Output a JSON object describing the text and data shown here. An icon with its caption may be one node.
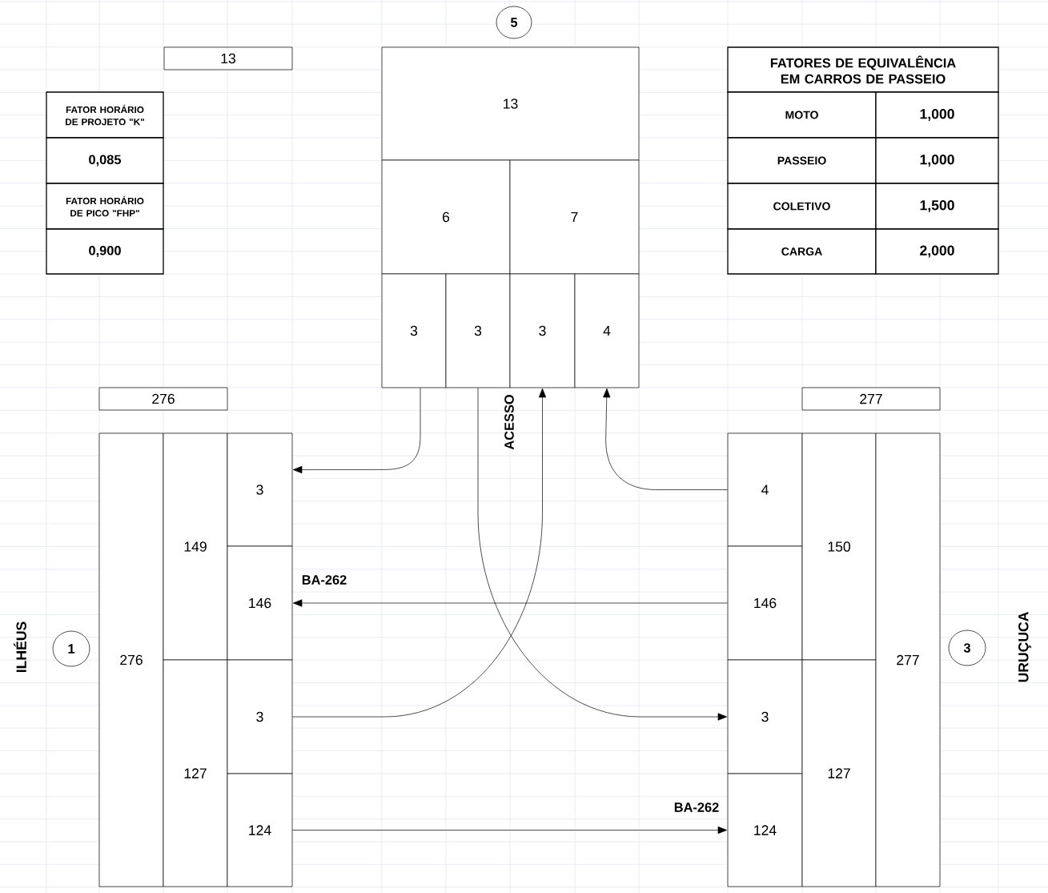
{
  "diagram": {
    "nodes": [
      {
        "text": [
          "5"
        ]
      },
      {
        "text": [
          "13"
        ]
      },
      {
        "text": [
          "13"
        ]
      },
      {
        "text": [
          "6"
        ]
      },
      {
        "text": [
          "7"
        ]
      },
      {
        "text": [
          "3"
        ]
      },
      {
        "text": [
          "3"
        ]
      },
      {
        "text": [
          "3"
        ]
      },
      {
        "text": [
          "4"
        ]
      },
      {
        "text": [
          "276"
        ]
      },
      {
        "text": [
          "276"
        ]
      },
      {
        "text": [
          "149"
        ]
      },
      {
        "text": [
          "127"
        ]
      },
      {
        "text": [
          "3"
        ]
      },
      {
        "text": [
          "146"
        ]
      },
      {
        "text": [
          "3"
        ]
      },
      {
        "text": [
          "124"
        ]
      },
      {
        "text": [
          "1"
        ]
      },
      {
        "text": [
          "277"
        ]
      },
      {
        "text": [
          "4"
        ]
      },
      {
        "text": [
          "146"
        ]
      },
      {
        "text": [
          "3"
        ]
      },
      {
        "text": [
          "124"
        ]
      },
      {
        "text": [
          "150"
        ]
      },
      {
        "text": [
          "127"
        ]
      },
      {
        "text": [
          "277"
        ]
      },
      {
        "text": [
          "3"
        ]
      }
    ],
    "edges": [
      {
        "from": 5,
        "to": 13,
        "arrow": "to"
      },
      {
        "from": 19,
        "to": 8,
        "arrow": "to"
      },
      {
        "from": 20,
        "to": 14,
        "arrow": "to"
      },
      {
        "from": 16,
        "to": 22,
        "arrow": "to"
      },
      {
        "from": 15,
        "to": 7,
        "arrow": "to"
      },
      {
        "from": 6,
        "to": 21,
        "arrow": "to"
      }
    ],
    "labels": [
      "FATOR HORÁRIO DE PROJETO \"K\"",
      "0,085",
      "FATOR HORÁRIO DE PICO \"FHP\"",
      "0,900",
      "FATORES DE EQUIVALÊNCIA EM CARROS DE PASSEIO",
      "MOTO",
      "1,000",
      "PASSEIO",
      "1,000",
      "COLETIVO",
      "1,500",
      "CARGA",
      "2,000",
      "ACESSO",
      "BA-262",
      "ILHÉUS",
      "URUÇUCA",
      "BA-262"
    ]
  }
}
